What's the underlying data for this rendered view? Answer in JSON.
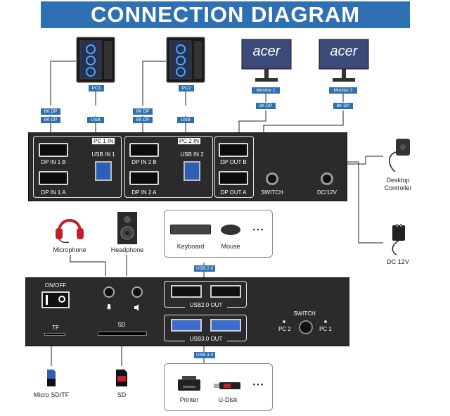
{
  "title": "CONNECTION DIAGRAM",
  "pcs": [
    {
      "label": "PC1"
    },
    {
      "label": "PC2"
    }
  ],
  "monitors": [
    {
      "brand": "acer",
      "label": "Monitor 1"
    },
    {
      "brand": "acer",
      "label": "Monitor 2"
    }
  ],
  "cable_tags": {
    "dp": "8K DP",
    "usb": "USB",
    "usb2": "USB 2.0",
    "usb3": "USB 3.0"
  },
  "rear_panel": {
    "pc1_in": "PC 1 IN",
    "pc2_in": "PC 2 IN",
    "dp_in_1b": "DP IN 1 B",
    "dp_in_1a": "DP IN 1 A",
    "usb_in_1": "USB IN 1",
    "dp_in_2b": "DP IN 2 B",
    "dp_in_2a": "DP IN 2 A",
    "usb_in_2": "USB IN 2",
    "dp_out_b": "DP OUT B",
    "dp_out_a": "DP OUT A",
    "switch": "SWITCH",
    "dc": "DC/12V"
  },
  "desktop_controller": {
    "line1": "Desktop",
    "line2": "Controller"
  },
  "dc_adapter": "DC 12V",
  "audio": {
    "microphone": "Microphone",
    "headphone": "Headphone"
  },
  "peripherals_top": {
    "keyboard": "Keyboard",
    "mouse": "Mouse",
    "more": "• • •"
  },
  "front_panel": {
    "on_off": "ON/OFF",
    "tf": "TF",
    "sd": "SD",
    "usb2_out": "USB2.0 OUT",
    "usb3_out": "USB3.0 OUT",
    "switch": "SWITCH",
    "pc2": "PC 2",
    "pc1": "PC 1"
  },
  "storage": {
    "micro_sd": "Micro SD/TF",
    "sd": "SD"
  },
  "peripherals_bottom": {
    "printer": "Printer",
    "udisk": "U-Disk",
    "more": "• • •"
  },
  "colors": {
    "banner": "#2f6fb3",
    "tag": "#2f6fb3",
    "device": "#2b2b2d",
    "usb_blue": "#2d5fb8"
  }
}
